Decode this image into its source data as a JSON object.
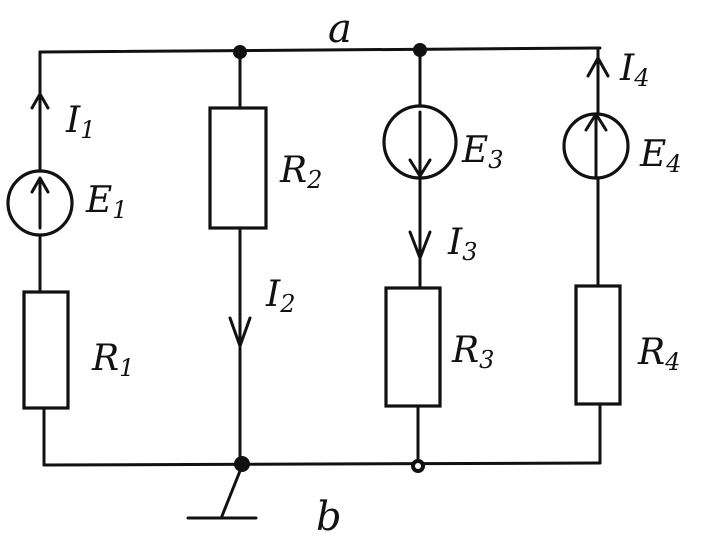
{
  "nodes": {
    "top": "a",
    "bottom": "b"
  },
  "branches": [
    {
      "current": "I",
      "current_sub": "1",
      "emf": "E",
      "emf_sub": "1",
      "resistor": "R",
      "resistor_sub": "1"
    },
    {
      "current": "I",
      "current_sub": "2",
      "resistor": "R",
      "resistor_sub": "2"
    },
    {
      "current": "I",
      "current_sub": "3",
      "emf": "E",
      "emf_sub": "3",
      "resistor": "R",
      "resistor_sub": "3"
    },
    {
      "current": "I",
      "current_sub": "4",
      "emf": "E",
      "emf_sub": "4",
      "resistor": "R",
      "resistor_sub": "4"
    }
  ],
  "colors": {
    "ink": "#111111",
    "paper": "#ffffff"
  },
  "icons": {
    "ground": "ground-symbol",
    "source": "emf-source-circle",
    "resistor": "resistor-rectangle"
  }
}
